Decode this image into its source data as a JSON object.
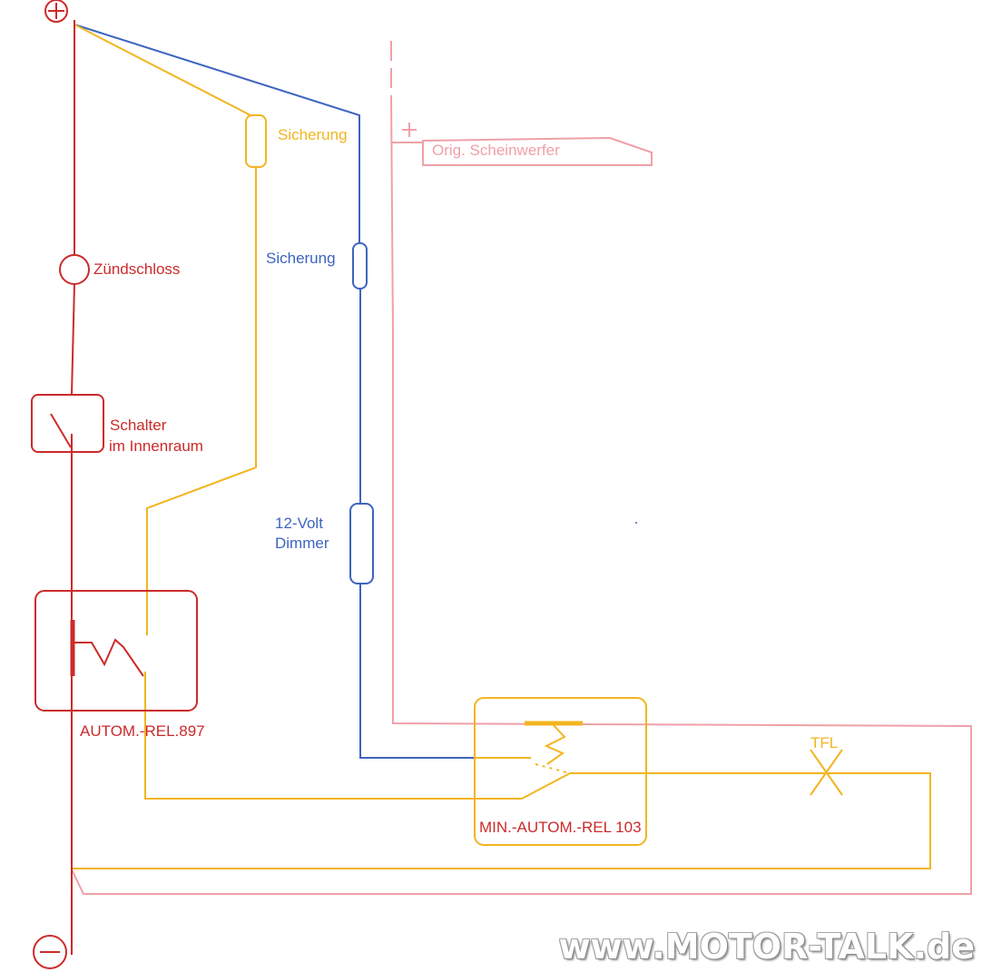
{
  "labels": {
    "zuendschloss": "Zündschloss",
    "schalter_line1": "Schalter",
    "schalter_line2": "im Innenraum",
    "relay_897": "AUTOM.-REL.897",
    "sicherung_yellow": "Sicherung",
    "sicherung_blue": "Sicherung",
    "dimmer_line1": "12-Volt",
    "dimmer_line2": "Dimmer",
    "orig_scheinwerfer": "Orig. Scheinwerfer",
    "relay_103": "MIN.-AUTOM.-REL 103",
    "tfl": "TFL",
    "plus_small": "+"
  },
  "symbols": {
    "positive": "plus-terminal",
    "negative": "minus-terminal"
  },
  "watermark": "www.MOTOR-TALK.de",
  "colors": {
    "red": "#cc2a2a",
    "yellow": "#f2b520",
    "blue": "#3d64c0",
    "pink": "#f0a0a8"
  }
}
